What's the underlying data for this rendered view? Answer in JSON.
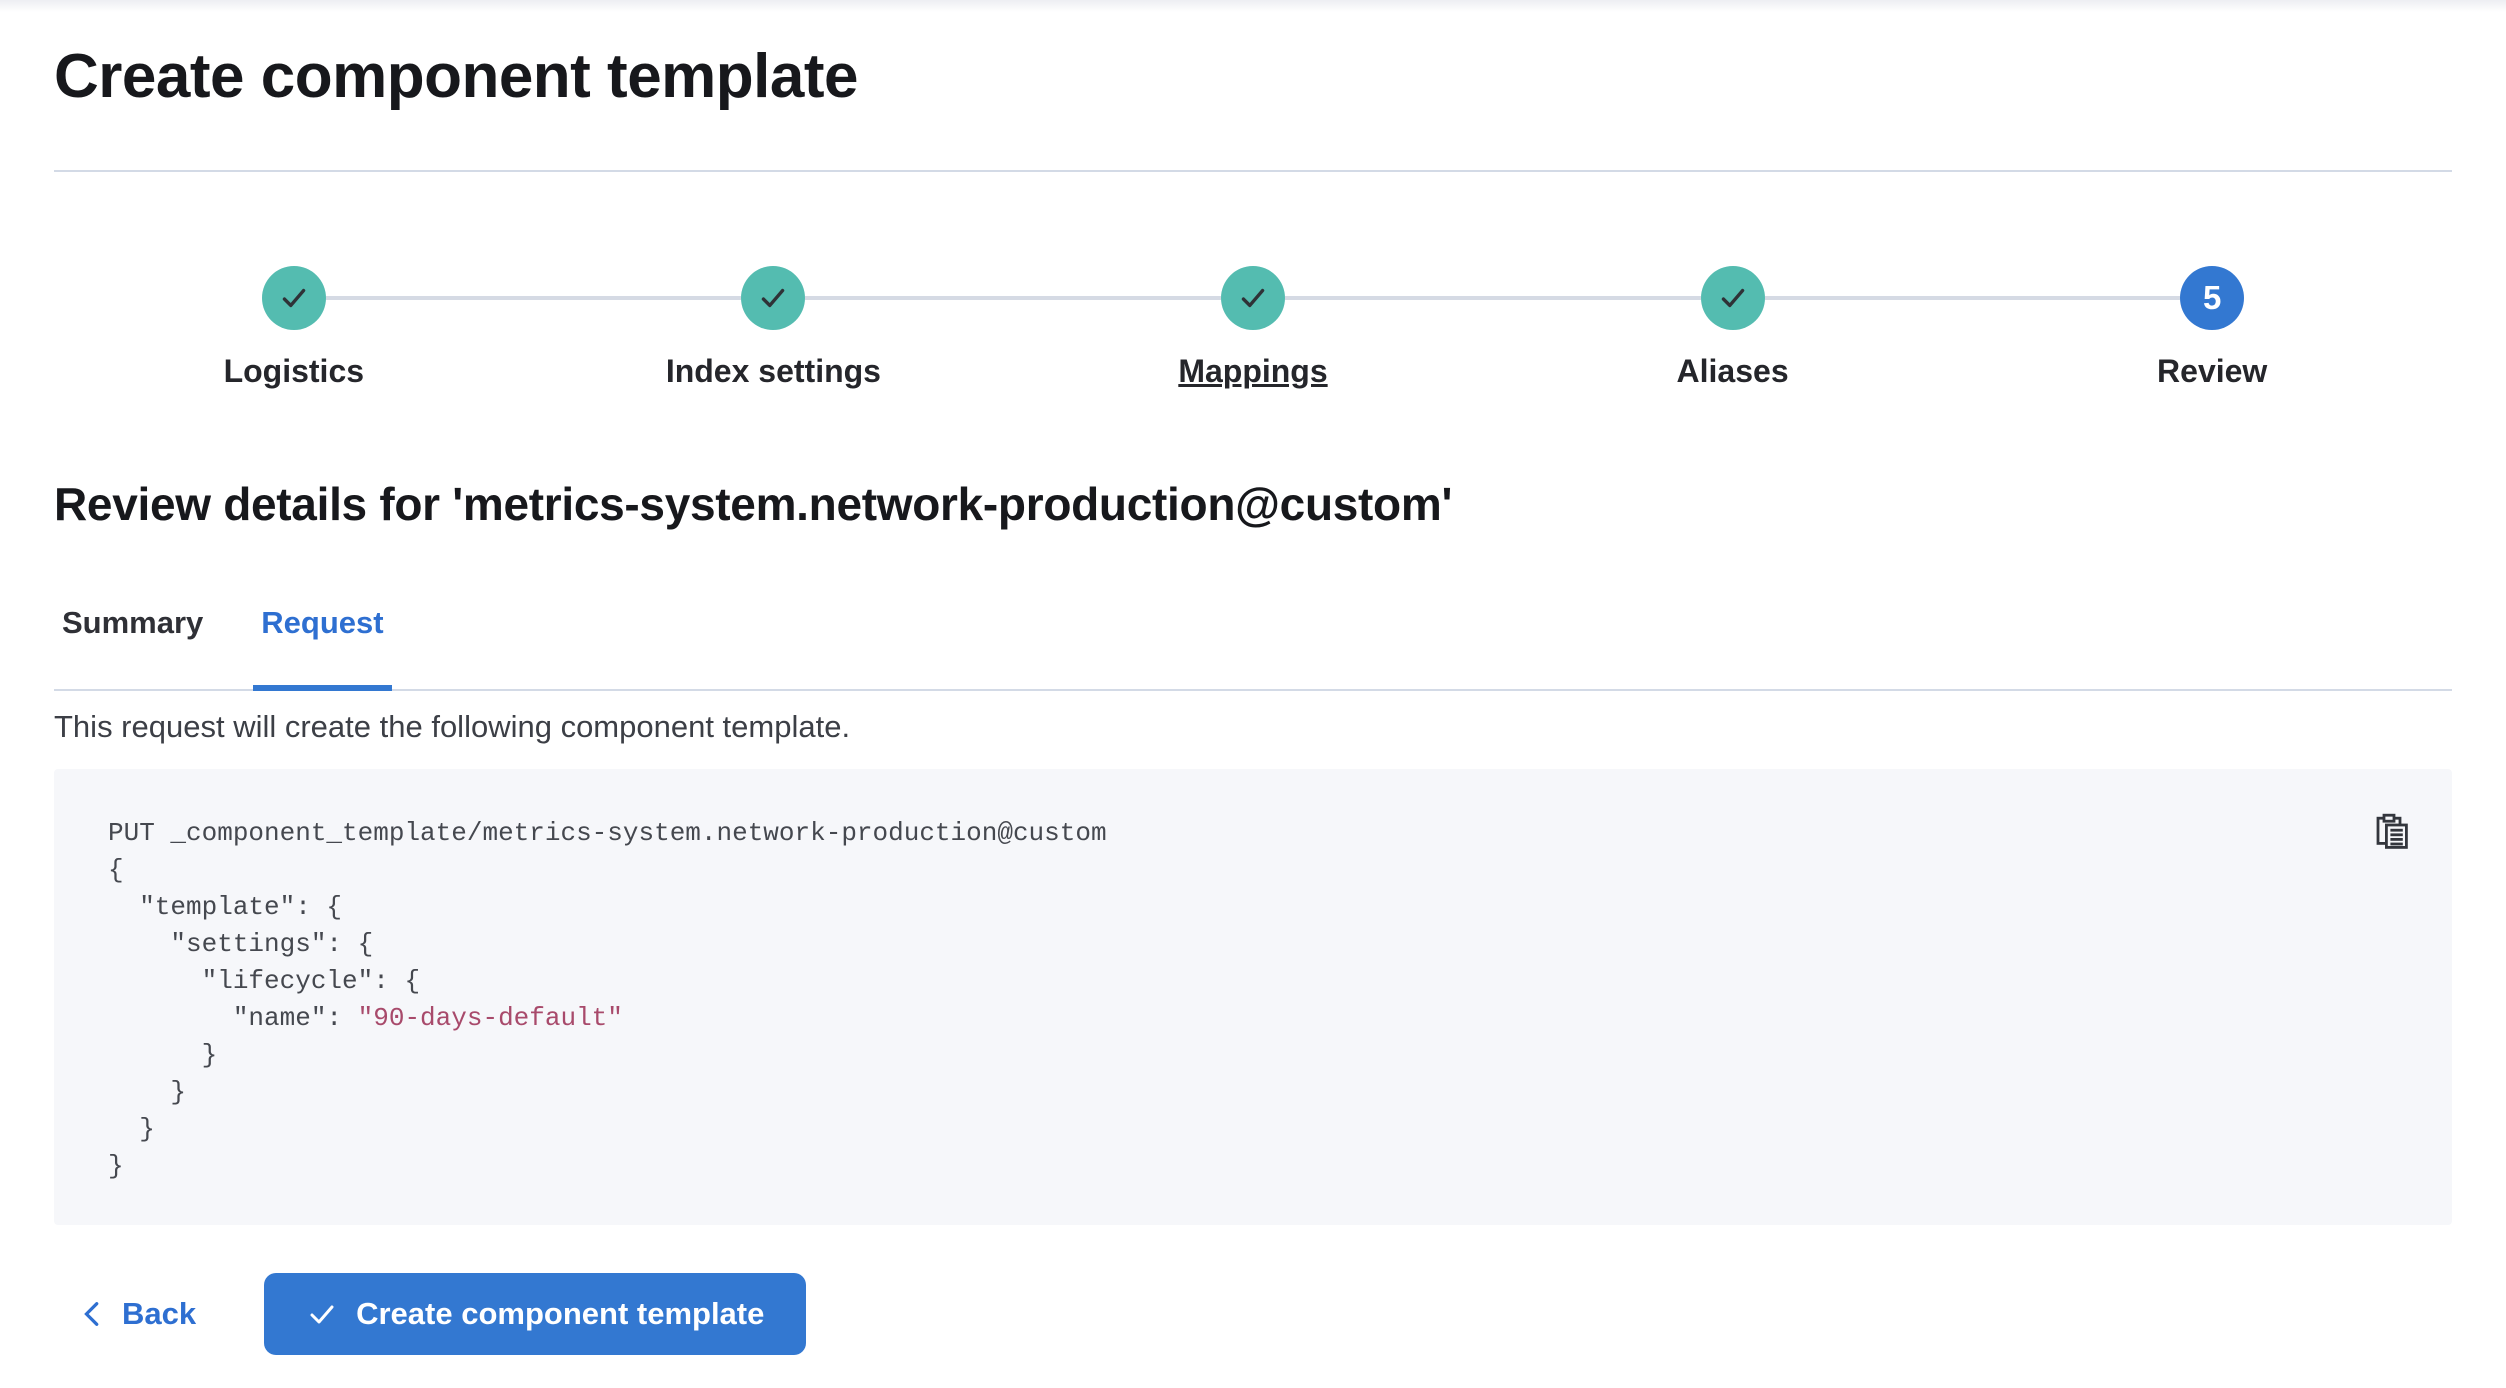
{
  "page": {
    "title": "Create component template",
    "review_heading": "Review details for 'metrics-system.network-production@custom'",
    "request_description": "This request will create the following component template."
  },
  "stepper": [
    {
      "label": "Logistics",
      "status": "complete"
    },
    {
      "label": "Index settings",
      "status": "complete"
    },
    {
      "label": "Mappings",
      "status": "complete"
    },
    {
      "label": "Aliases",
      "status": "complete"
    },
    {
      "label": "Review",
      "status": "current",
      "number": "5"
    }
  ],
  "tabs": [
    {
      "label": "Summary",
      "active": false
    },
    {
      "label": "Request",
      "active": true
    }
  ],
  "request_code": {
    "put_line": "PUT _component_template/metrics-system.network-production@custom",
    "open_brace": "{",
    "template_line": "  \"template\": {",
    "settings_line": "    \"settings\": {",
    "lifecycle_line": "      \"lifecycle\": {",
    "name_key": "        \"name\": ",
    "name_value": "\"90-days-default\"",
    "close1": "      }",
    "close2": "    }",
    "close3": "  }",
    "close4": "}"
  },
  "footer": {
    "back_label": "Back",
    "create_label": "Create component template"
  },
  "colors": {
    "success_teal": "#54bcb0",
    "primary_blue_fill": "#3378d1",
    "primary_blue_text": "#2e6fd1",
    "divider_gray": "#d3dae6",
    "code_background": "#f6f7fa",
    "code_string_rose": "#a84a6b"
  }
}
